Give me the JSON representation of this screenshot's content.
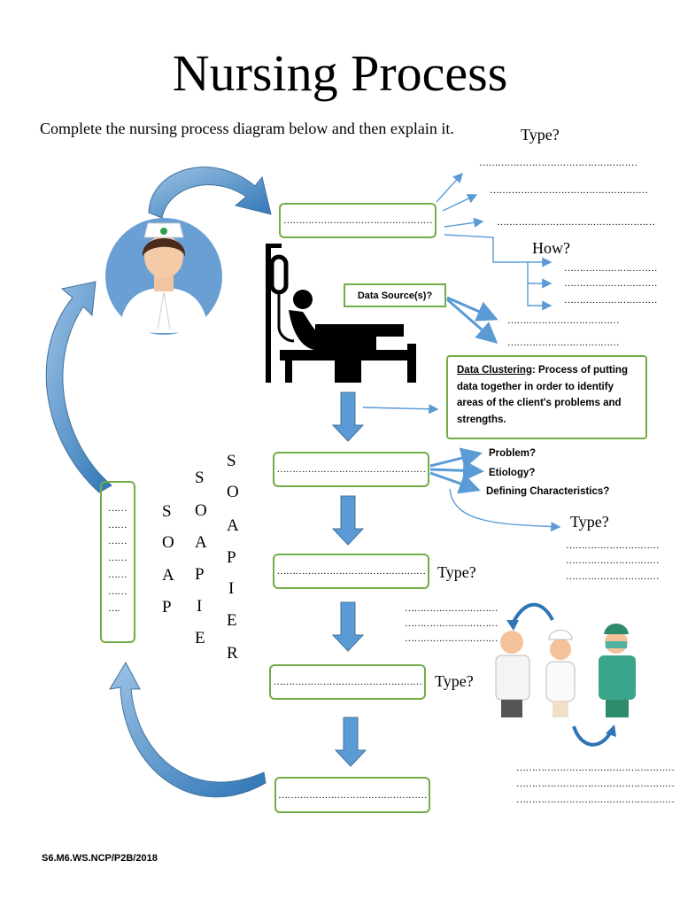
{
  "title": "Nursing Process",
  "instruction": "Complete the nursing process diagram below and then explain it.",
  "type_label": "Type?",
  "how_label": "How?",
  "data_source_label": "Data Source(s)?",
  "clustering": {
    "term": "Data Clustering",
    "text": ": Process of putting data together in order to identify areas of the client's problems and strengths."
  },
  "diagnosis_parts": [
    "Problem?",
    "Etiology?",
    "Defining Characteristics?"
  ],
  "blank_box": "…………………………………………",
  "blank_long": "……………………………………………",
  "blank_med": "………………………………",
  "blank_short": "…………………………",
  "blank_tiny": "……",
  "blank_tiny_end": "….",
  "soap_columns": [
    [
      "S",
      "O",
      "A",
      "P"
    ],
    [
      "S",
      "O",
      "A",
      "P",
      "I",
      "E"
    ],
    [
      "S",
      "O",
      "A",
      "P",
      "I",
      "E",
      "R"
    ]
  ],
  "footer": "S6.M6.WS.NCP/P2B/2018",
  "colors": {
    "box_border": "#70ad47",
    "arrow_blue": "#5b9bd5",
    "arrow_dark": "#41719c"
  }
}
